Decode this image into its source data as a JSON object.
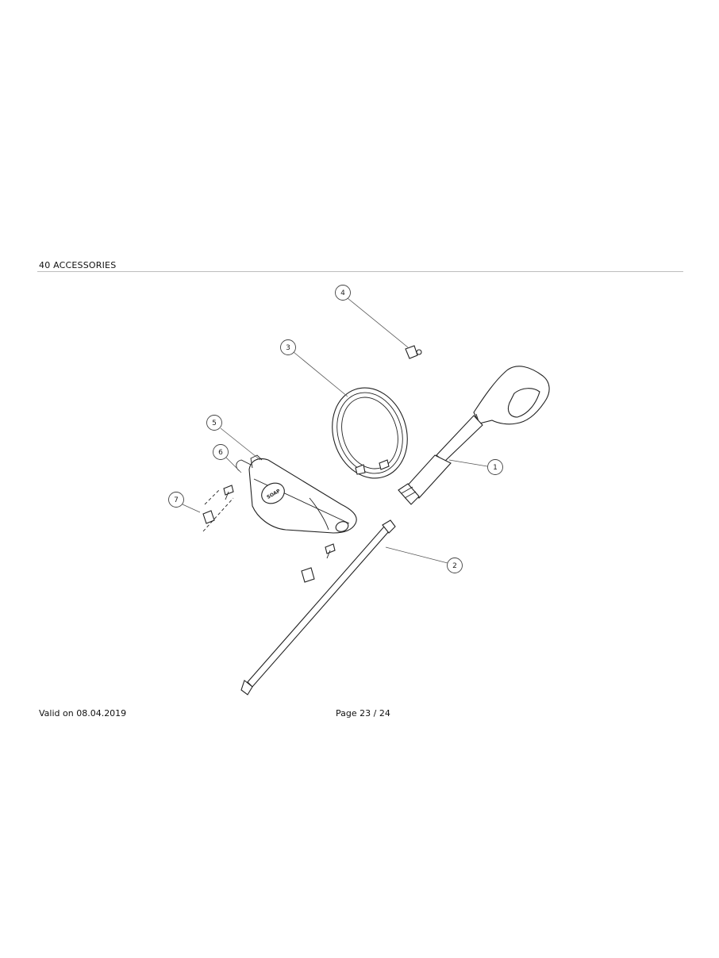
{
  "header": {
    "section_title": "40 ACCESSORIES"
  },
  "figure": {
    "callouts": [
      "1",
      "2",
      "3",
      "4",
      "5",
      "6",
      "7"
    ],
    "tank_label": "SOAP"
  },
  "footer": {
    "valid_on": "Valid on 08.04.2019",
    "page": "Page 23 / 24"
  }
}
